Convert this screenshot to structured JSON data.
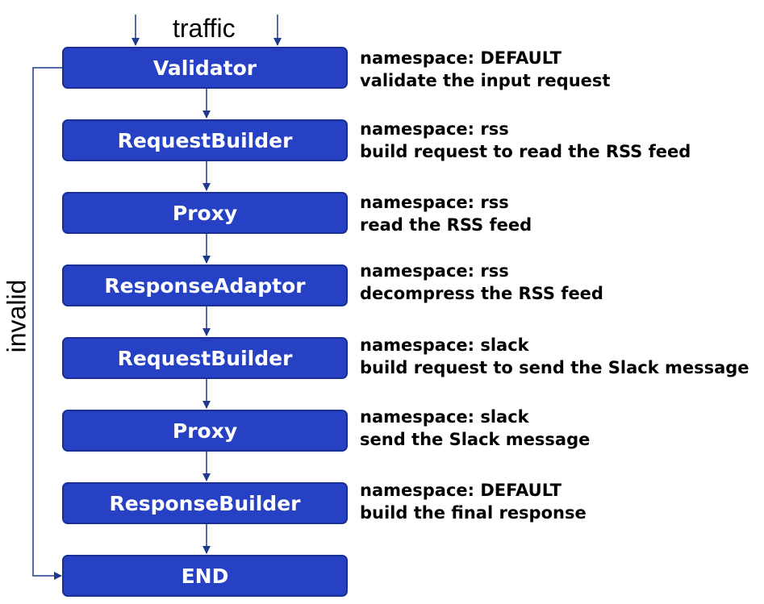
{
  "diagram": {
    "traffic_label": "traffic",
    "invalid_label": "invalid",
    "colors": {
      "box_fill": "#2641c4",
      "box_border": "#1a2f93",
      "box_text": "#ffffff",
      "connector": "#1f3a8a"
    },
    "steps": [
      {
        "label": "Validator",
        "namespace": "namespace: DEFAULT",
        "description": "validate the input request"
      },
      {
        "label": "RequestBuilder",
        "namespace": "namespace: rss",
        "description": "build request to read the RSS feed"
      },
      {
        "label": "Proxy",
        "namespace": "namespace: rss",
        "description": "read the RSS feed"
      },
      {
        "label": "ResponseAdaptor",
        "namespace": "namespace: rss",
        "description": "decompress the RSS feed"
      },
      {
        "label": "RequestBuilder",
        "namespace": "namespace: slack",
        "description": "build request to send the Slack message"
      },
      {
        "label": "Proxy",
        "namespace": "namespace: slack",
        "description": "send the Slack message"
      },
      {
        "label": "ResponseBuilder",
        "namespace": "namespace: DEFAULT",
        "description": "build the final response"
      }
    ],
    "end_label": "END"
  }
}
